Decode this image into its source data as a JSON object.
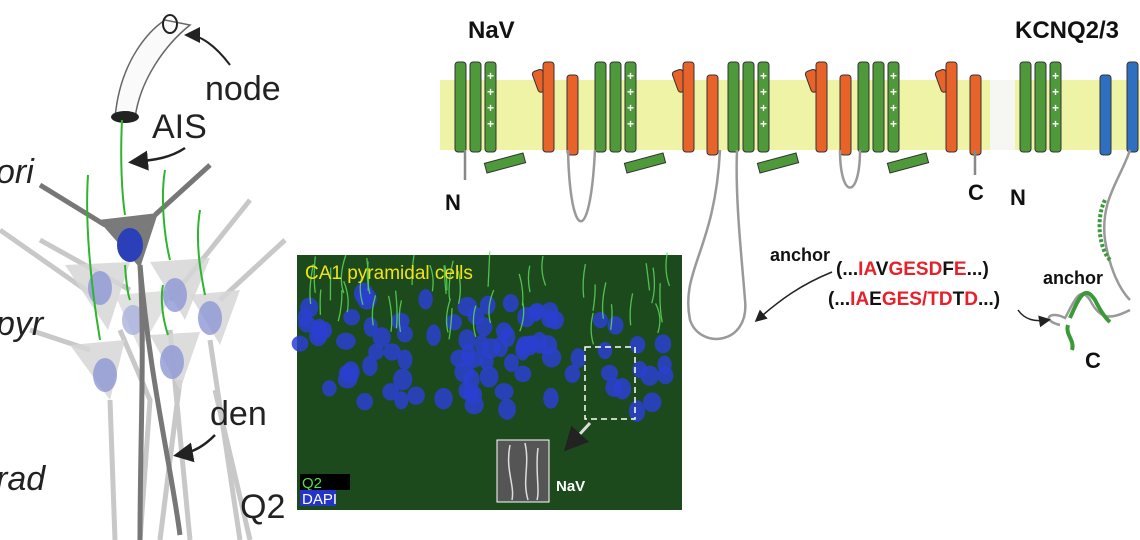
{
  "neuron": {
    "node": "node",
    "ais": "AIS",
    "ori": "ori",
    "pyr": "pyr",
    "rad": "rad",
    "den": "den",
    "q2": "Q2"
  },
  "micrograph": {
    "title": "CA1 pyramidal cells",
    "legend_q2": "Q2",
    "legend_dapi": "DAPI",
    "inset_label": "NaV"
  },
  "nav": {
    "title": "NaV",
    "n_terminus": "N",
    "c_terminus": "C",
    "anchor": "anchor",
    "seq1": [
      {
        "t": "(...",
        "c": "blk"
      },
      {
        "t": "IA",
        "c": "red"
      },
      {
        "t": "V",
        "c": "blk"
      },
      {
        "t": "GESD",
        "c": "red"
      },
      {
        "t": "F",
        "c": "blk"
      },
      {
        "t": "E",
        "c": "red"
      },
      {
        "t": "...)",
        "c": "blk"
      }
    ]
  },
  "kcnq": {
    "title": "KCNQ2/3",
    "n_terminus": "N",
    "c_terminus": "C",
    "anchor": "anchor",
    "seq2": [
      {
        "t": "(...",
        "c": "blk"
      },
      {
        "t": "IA",
        "c": "red"
      },
      {
        "t": "E",
        "c": "blk"
      },
      {
        "t": "GES/TD",
        "c": "red"
      },
      {
        "t": "T",
        "c": "blk"
      },
      {
        "t": "D",
        "c": "red"
      },
      {
        "t": "...)",
        "c": "blk"
      }
    ]
  },
  "colors": {
    "membrane": "#eef3a6",
    "vsd": "#4e9a3a",
    "pore": "#e8632a",
    "kpore": "#2f6fbf",
    "seq_red": "#e8202a"
  }
}
